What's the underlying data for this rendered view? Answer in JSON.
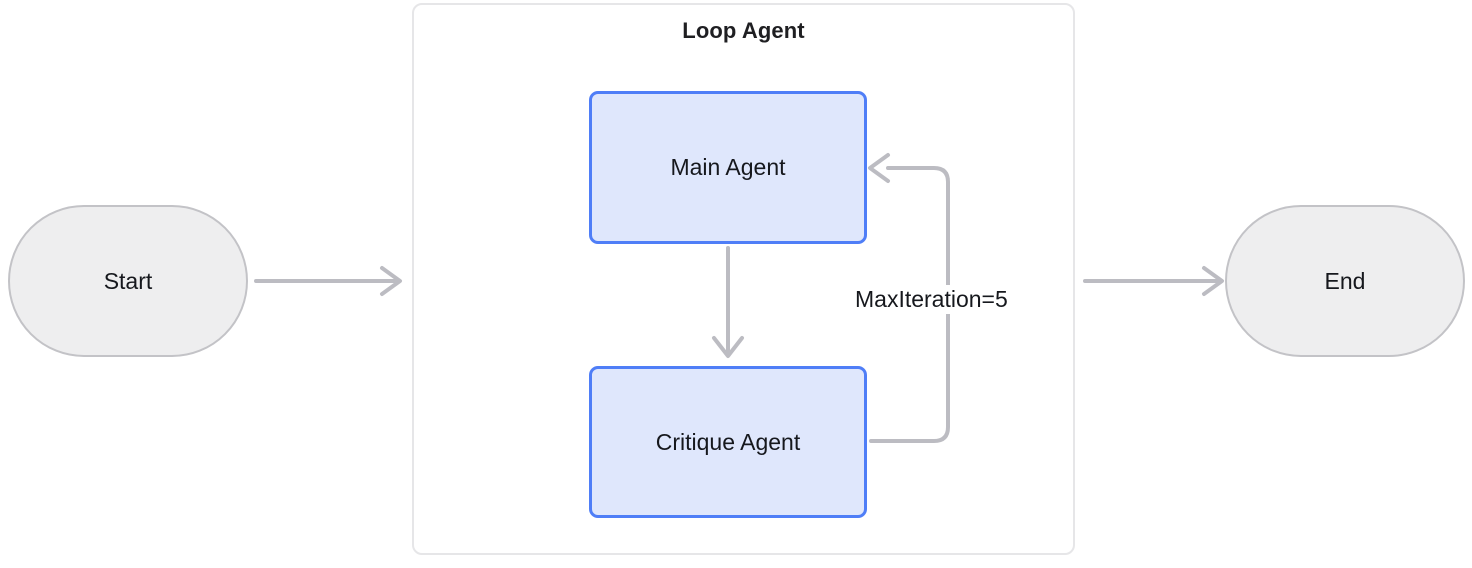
{
  "diagram": {
    "title_group": "Loop Agent",
    "nodes": {
      "start": "Start",
      "end": "End",
      "main_agent": "Main Agent",
      "critique_agent": "Critique Agent"
    },
    "edges": {
      "start_to_loop": "",
      "main_to_critique": "",
      "critique_feedback": "MaxIteration=5",
      "loop_to_end": ""
    },
    "colors": {
      "agent_fill": "#dfe7fc",
      "agent_border": "#4f7ef7",
      "terminal_fill": "#eeeeef",
      "terminal_border": "#c3c3c7",
      "group_border": "#e6e6e8",
      "edge_stroke": "#bcbcc2",
      "text": "#16181d",
      "background": "#ffffff"
    }
  }
}
